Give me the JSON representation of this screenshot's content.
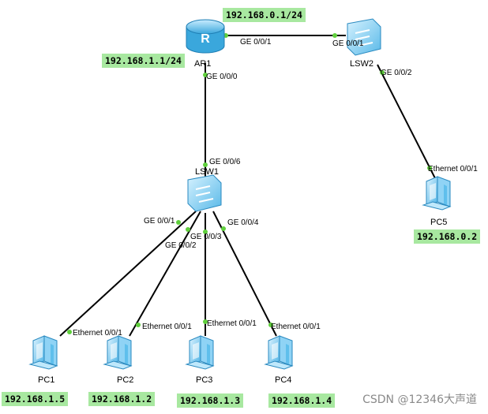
{
  "devices": {
    "ar1": "AR1",
    "lsw1": "LSW1",
    "lsw2": "LSW2",
    "pc1": "PC1",
    "pc2": "PC2",
    "pc3": "PC3",
    "pc4": "PC4",
    "pc5": "PC5"
  },
  "ports": {
    "ar1_ge001": "GE 0/0/1",
    "ar1_ge000": "GE 0/0/0",
    "lsw2_ge001": "GE 0/0/1",
    "lsw2_ge002": "GE 0/0/2",
    "lsw1_ge006": "GE 0/0/6",
    "lsw1_ge001": "GE 0/0/1",
    "lsw1_ge002": "GE 0/0/2",
    "lsw1_ge003": "GE 0/0/3",
    "lsw1_ge004": "GE 0/0/4",
    "pc1_eth": "Ethernet 0/0/1",
    "pc2_eth": "Ethernet 0/0/1",
    "pc3_eth": "Ethernet 0/0/1",
    "pc4_eth": "Ethernet 0/0/1",
    "pc5_eth": "Ethernet 0/0/1"
  },
  "ips": {
    "ar1_g001": "192.168.0.1/24",
    "ar1_g000": "192.168.1.1/24",
    "pc5": "192.168.0.2",
    "pc1": "192.168.1.5",
    "pc2": "192.168.1.2",
    "pc3": "192.168.1.3",
    "pc4": "192.168.1.4"
  },
  "watermark": "CSDN @12346大声道",
  "colors": {
    "link": "#000000",
    "port_dot": "#5fcf3c",
    "device_fill": "#6ec6f0",
    "ip_highlight": "#a8e8a0"
  }
}
